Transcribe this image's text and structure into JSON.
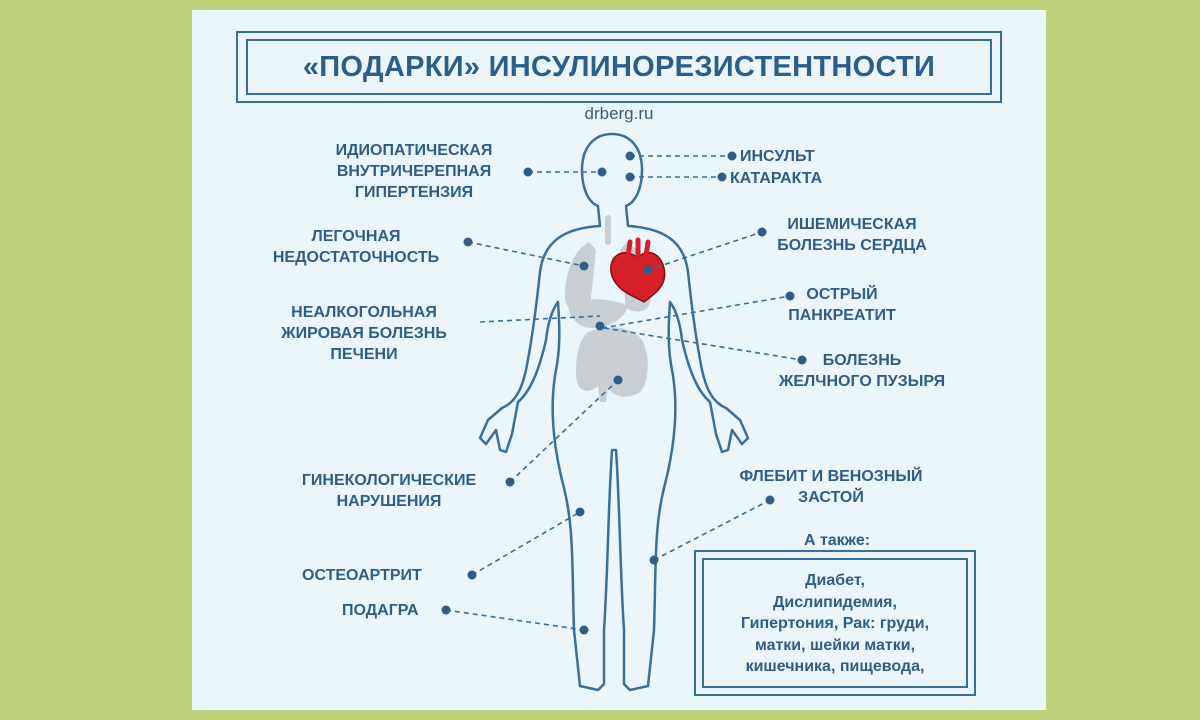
{
  "title": "«ПОДАРКИ» ИНСУЛИНОРЕЗИСТЕНТНОСТИ",
  "site": "drberg.ru",
  "labels": {
    "idiopathic": "ИДИОПАТИЧЕСКАЯ\nВНУТРИЧЕРЕПНАЯ\nГИПЕРТЕНЗИЯ",
    "stroke": "ИНСУЛЬТ",
    "cataract": "КАТАРАКТА",
    "pulmonary": "ЛЕГОЧНАЯ\nНЕДОСТАТОЧНОСТЬ",
    "ischemic": "ИШЕМИЧЕСКАЯ\nБОЛЕЗНЬ СЕРДЦА",
    "liver": "НЕАЛКОГОЛЬНАЯ\nЖИРОВАЯ БОЛЕЗНЬ\nПЕЧЕНИ",
    "pancreatitis": "ОСТРЫЙ\nПАНКРЕАТИТ",
    "gallbladder": "БОЛЕЗНЬ\nЖЕЛЧНОГО ПУЗЫРЯ",
    "gynecological": "ГИНЕКОЛОГИЧЕСКИЕ\nНАРУШЕНИЯ",
    "phlebitis": "ФЛЕБИТ И ВЕНОЗНЫЙ\nЗАСТОЙ",
    "osteoarthritis": "ОСТЕОАРТРИТ",
    "gout": "ПОДАГРА"
  },
  "also": {
    "heading": "А также:",
    "text": "Диабет,\nДислипидемия,\nГипертония, Рак: груди,\nматки, шейки матки,\nкишечника, пищевода,"
  },
  "colors": {
    "background": "#bdd27a",
    "panel": "#eaf6fc",
    "text": "#2f5d86",
    "outline": "#3a6f98",
    "heart": "#d61f26",
    "organs": "#c9ced3"
  }
}
